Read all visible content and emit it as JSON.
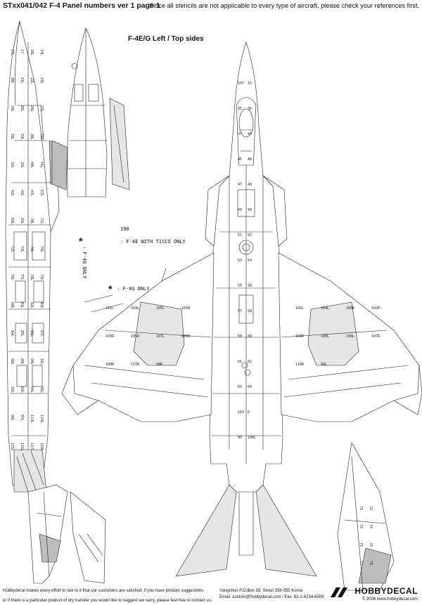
{
  "header": {
    "title": "STxx041/042 F-4 Panel numbers ver 1 page 1",
    "notice": "Since all stencils are not applicable to every type of aircraft, please check your references first."
  },
  "view_title": "F-4E/G Left / Top sides",
  "notes": {
    "callout_number": "190",
    "t1sco_note": ": F-4E WITH T1SCO ONLY",
    "star_glyph": "*",
    "f4g_note": ": F-4G ONLY",
    "vertical_f4g": ": F-4G ONLY"
  },
  "panel_labels": {
    "top_view": [
      "107",
      "15",
      "35",
      "36",
      "37",
      "44",
      "45",
      "46",
      "47",
      "48",
      "49",
      "50",
      "51",
      "52",
      "53",
      "54",
      "55",
      "56",
      "57",
      "58",
      "59",
      "60",
      "61",
      "62",
      "63",
      "64",
      "103",
      "6",
      "99",
      "100L",
      "101L",
      "102L",
      "103L",
      "104L",
      "105L",
      "100R",
      "101R",
      "102R",
      "103R",
      "104R",
      "105R",
      "106L",
      "107L",
      "108L",
      "106R",
      "107R",
      "108R",
      "110R",
      "111R",
      "98L",
      "98R"
    ],
    "side_view": [
      "17L",
      "17",
      "18L",
      "19L",
      "20L",
      "21L",
      "22L",
      "23L",
      "24L",
      "25L",
      "26L",
      "27L",
      "28L",
      "29L",
      "30L",
      "31L",
      "32L",
      "33L",
      "40L",
      "41L",
      "42L",
      "43L",
      "47L",
      "67L",
      "68L",
      "69L",
      "70L",
      "71L",
      "72L",
      "73L",
      "74L",
      "75L",
      "76L",
      "77L",
      "78L",
      "79L",
      "80L",
      "81L",
      "82L",
      "83L",
      "84L",
      "85L",
      "86L",
      "87L",
      "88L",
      "89L",
      "90L",
      "91L",
      "92L",
      "93L",
      "94L",
      "95L",
      "96L",
      "97L",
      "113L",
      "114L",
      "115L",
      "116L",
      "117L",
      "118L"
    ],
    "tail_view": [
      "71",
      "72",
      "73",
      "74",
      "75",
      "76",
      "77",
      "78"
    ]
  },
  "footer": {
    "disclaimer_1": "Hobbydecal makes every effort to see to it that our customers are satisfied. If you have product suggestions",
    "disclaimer_2": "or if there is a particular product of dry transfer you would like to suggest we carry, please feel free to contact us.",
    "address": "Yangchun P.O.Box 99, Seoul 158-055 Korea",
    "contact": "Email: custom@hobbydecal.com / Fax: 82-2-6234-6508",
    "brand": "HOBBYDECAL",
    "copyright": "© 2006 www.hobbydecal.com"
  },
  "colors": {
    "line": "#222222",
    "fill_grey": "#bdbdbd",
    "fill_light": "#e6e6e6"
  }
}
